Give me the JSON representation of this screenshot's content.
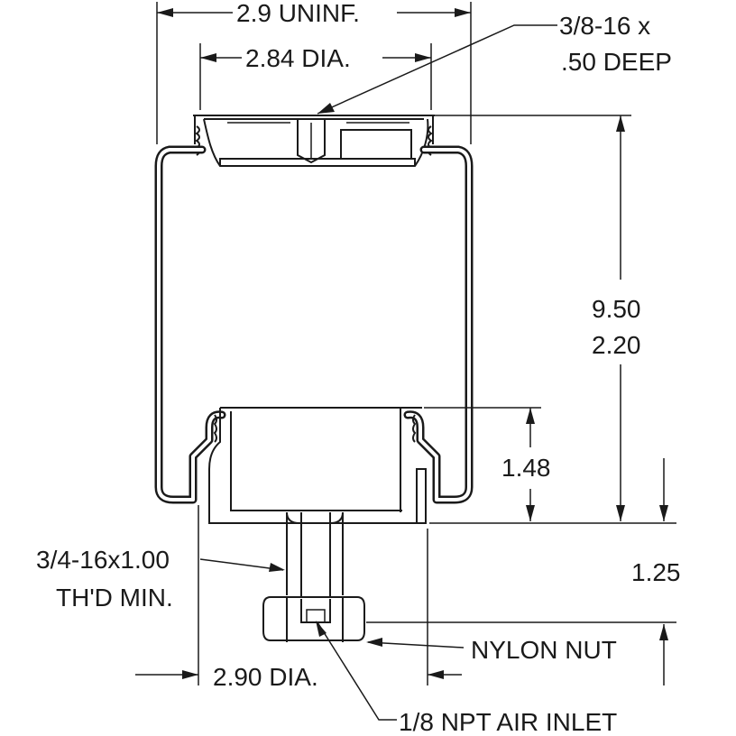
{
  "labels": {
    "uninflated_width": "2.9 UNINF.",
    "top_plate_dia": "2.84 DIA.",
    "top_thread_line1": "3/8-16 x",
    "top_thread_line2": ".50 DEEP",
    "height_max": "9.50",
    "height_min": "2.20",
    "piston_height": "1.48",
    "stud_length": "1.25",
    "stud_thread_line1": "3/4-16x1.00",
    "stud_thread_line2": "TH'D MIN.",
    "piston_dia": "2.90 DIA.",
    "nylon_nut": "NYLON NUT",
    "air_inlet": "1/8 NPT AIR INLET"
  }
}
